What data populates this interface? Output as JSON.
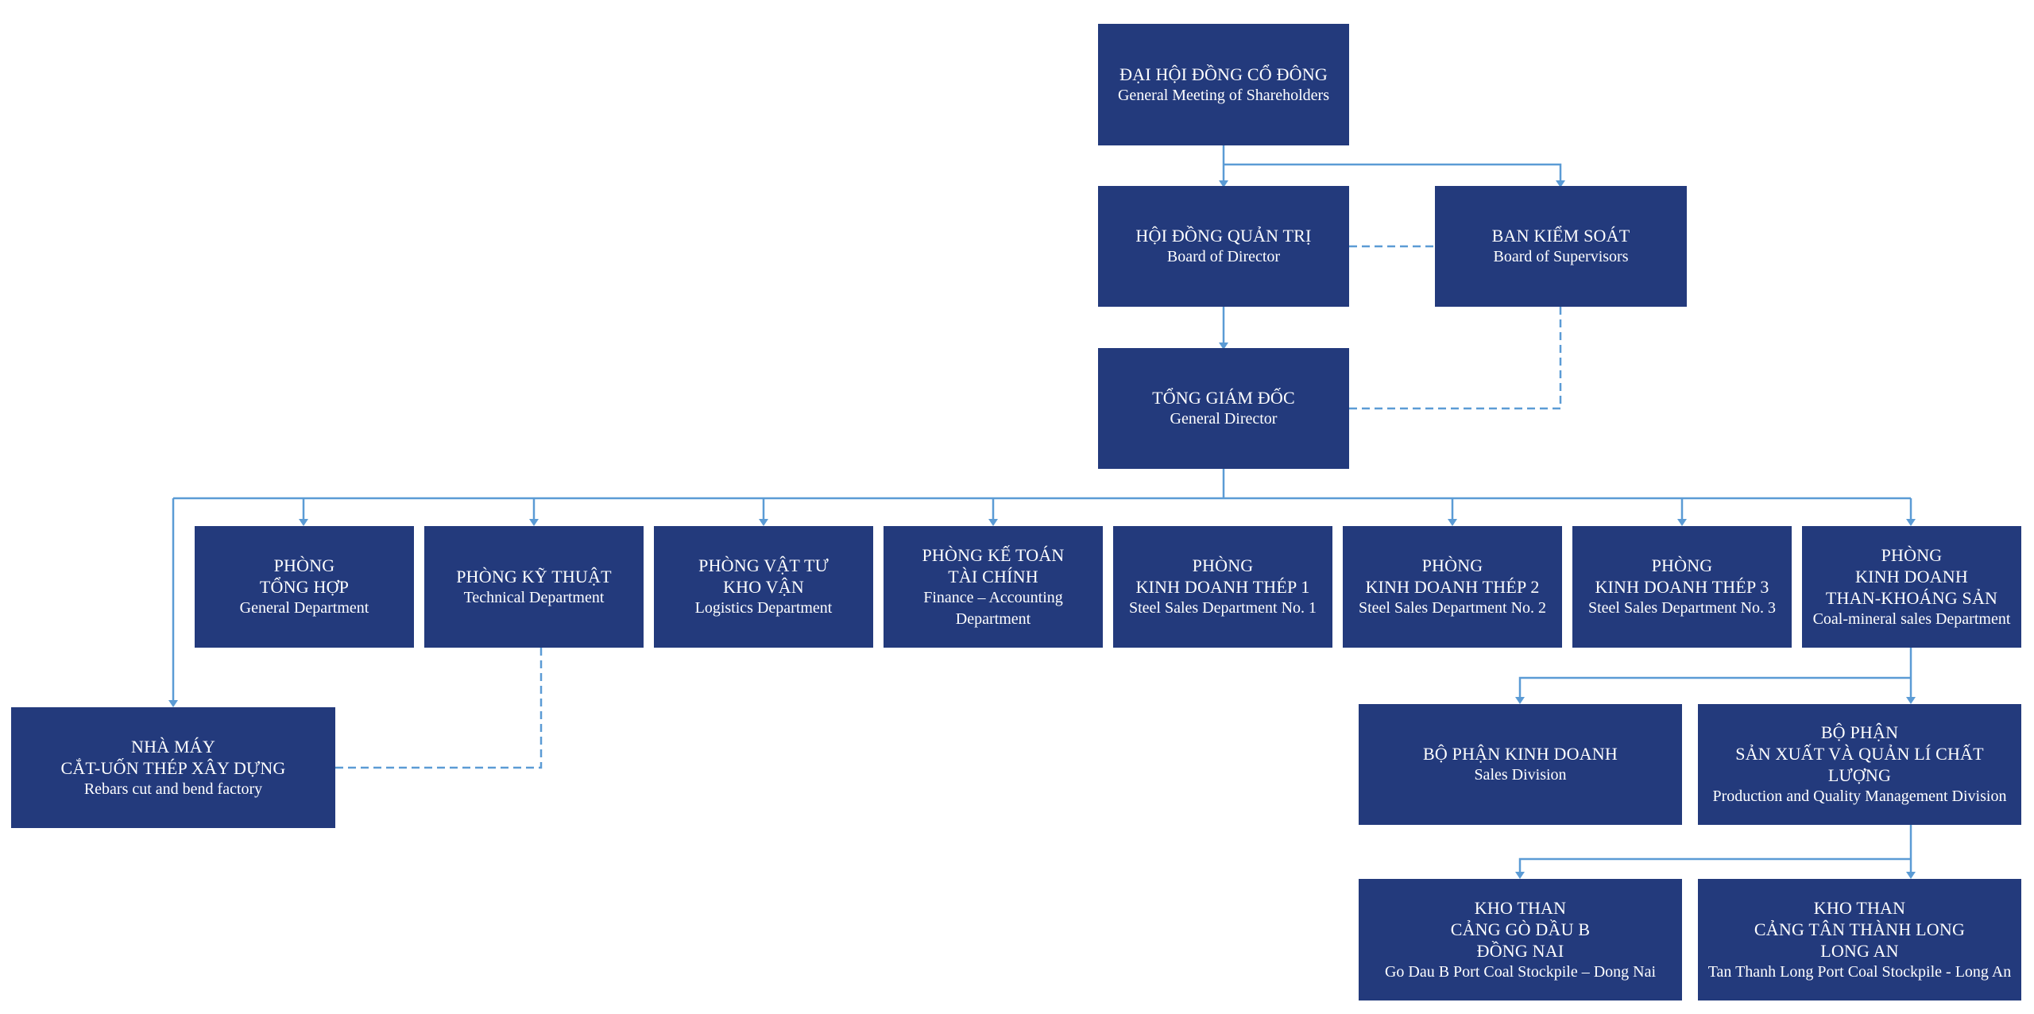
{
  "org_chart": {
    "shareholders": {
      "vi": [
        "ĐẠI HỘI ĐỒNG CỔ ĐÔNG"
      ],
      "en": [
        "General Meeting of Shareholders"
      ]
    },
    "board": {
      "vi": [
        "HỘI ĐỒNG QUẢN TRỊ"
      ],
      "en": [
        "Board of Director"
      ]
    },
    "supervisors": {
      "vi": [
        "BAN KIỂM SOÁT"
      ],
      "en": [
        "Board of Supervisors"
      ]
    },
    "general_director": {
      "vi": [
        "TỔNG GIÁM ĐỐC"
      ],
      "en": [
        "General Director"
      ]
    },
    "departments": [
      {
        "vi": [
          "PHÒNG",
          "TỔNG HỢP"
        ],
        "en": [
          "General Department"
        ]
      },
      {
        "vi": [
          "PHÒNG KỸ THUẬT"
        ],
        "en": [
          "Technical Department"
        ]
      },
      {
        "vi": [
          "PHÒNG VẬT TƯ",
          "KHO VẬN"
        ],
        "en": [
          "Logistics Department"
        ]
      },
      {
        "vi": [
          "PHÒNG KẾ TOÁN",
          "TÀI CHÍNH"
        ],
        "en": [
          "Finance – Accounting",
          "Department"
        ]
      },
      {
        "vi": [
          "PHÒNG",
          "KINH DOANH THÉP 1"
        ],
        "en": [
          "Steel Sales Department No. 1"
        ]
      },
      {
        "vi": [
          "PHÒNG",
          "KINH DOANH THÉP 2"
        ],
        "en": [
          "Steel Sales Department No. 2"
        ]
      },
      {
        "vi": [
          "PHÒNG",
          "KINH DOANH THÉP 3"
        ],
        "en": [
          "Steel Sales Department No. 3"
        ]
      },
      {
        "vi": [
          "PHÒNG",
          "KINH DOANH",
          "THAN-KHOÁNG SẢN"
        ],
        "en": [
          "Coal-mineral sales Department"
        ]
      }
    ],
    "factory": {
      "vi": [
        "NHÀ MÁY",
        "CẮT-UỐN THÉP XÂY DỰNG"
      ],
      "en": [
        "Rebars cut and bend factory"
      ]
    },
    "sales_division": {
      "vi": [
        "BỘ PHẬN KINH DOANH"
      ],
      "en": [
        "Sales Division"
      ]
    },
    "production_division": {
      "vi": [
        "BỘ PHẬN",
        "SẢN XUẤT VÀ QUẢN LÍ CHẤT LƯỢNG"
      ],
      "en": [
        "Production and Quality Management Division"
      ]
    },
    "stockpile_godau": {
      "vi": [
        "KHO THAN",
        "CẢNG GÒ DẦU B",
        "ĐỒNG NAI"
      ],
      "en": [
        "Go Dau B Port Coal Stockpile – Dong Nai"
      ]
    },
    "stockpile_tanthanh": {
      "vi": [
        "KHO THAN",
        "CẢNG TÂN THÀNH LONG",
        "LONG AN"
      ],
      "en": [
        "Tan Thanh Long Port Coal Stockpile - Long An"
      ]
    }
  }
}
